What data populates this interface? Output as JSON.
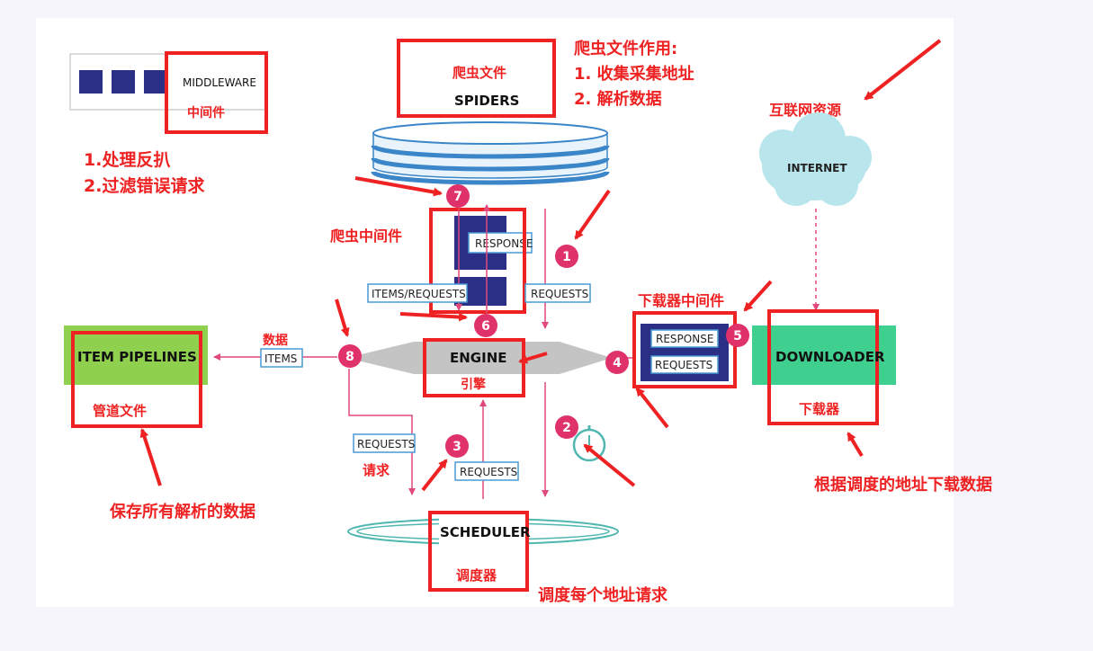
{
  "colors": {
    "annotation_red": "#ee2222",
    "flow_pink": "#e0497a",
    "badge_pink": "#e0326a",
    "pipelines_green": "#8fd14f",
    "downloader_green": "#3fcf8e",
    "navy": "#2b2f86",
    "internet_cloud": "#b8e6ec",
    "scheduler_teal": "#4fb6b0",
    "engine_gray": "#c4c4c4",
    "tag_blue": "#4a9ad6"
  },
  "middleware_legend": {
    "label": "MIDDLEWARE",
    "cn_label": "中间件"
  },
  "spiders": {
    "cn_label": "爬虫文件",
    "label": "SPIDERS",
    "note_title": "爬虫文件作用:",
    "note_line1": "1. 收集采集地址",
    "note_line2": "2. 解析数据"
  },
  "spider_middleware": {
    "cn_label": "爬虫中间件",
    "note_line1": "1.处理反扒",
    "note_line2": "2.过滤错误请求",
    "response_tag": "RESPONSE"
  },
  "internet": {
    "cn_label": "互联网资源",
    "label": "INTERNET"
  },
  "engine": {
    "label": "ENGINE",
    "cn_label": "引擎"
  },
  "item_pipelines": {
    "label": "ITEM PIPELINES",
    "cn_label": "管道文件",
    "note": "保存所有解析的数据",
    "data_label": "数据",
    "items_tag": "ITEMS"
  },
  "downloader_middleware": {
    "cn_label": "下载器中间件",
    "response_tag": "RESPONSE",
    "requests_tag": "REQUESTS"
  },
  "downloader": {
    "label": "DOWNLOADER",
    "cn_label": "下载器",
    "note": "根据调度的地址下载数据"
  },
  "scheduler": {
    "label": "SCHEDULER",
    "cn_label": "调度器",
    "note": "调度每个地址请求"
  },
  "flow_tags": {
    "items_requests": "ITEMS/REQUESTS",
    "requests_1": "REQUESTS",
    "requests_left": "REQUESTS",
    "requests_left_cn": "请求",
    "requests_3": "REQUESTS"
  },
  "steps": [
    "1",
    "2",
    "3",
    "4",
    "5",
    "6",
    "7",
    "8"
  ]
}
